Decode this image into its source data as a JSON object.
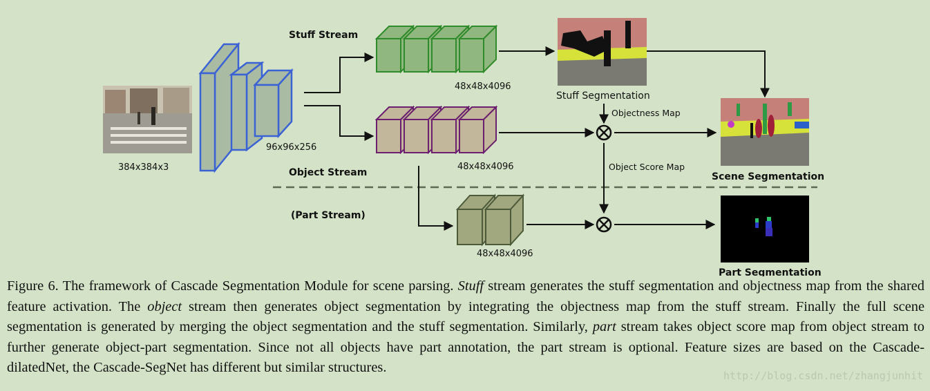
{
  "diagram": {
    "input_size": "384x384x3",
    "shared_feature_size": "96x96x256",
    "stuff_stream_label": "Stuff Stream",
    "stuff_feature_size": "48x48x4096",
    "object_stream_label": "Object Stream",
    "object_feature_size": "48x48x4096",
    "part_stream_label": "(Part Stream)",
    "part_feature_size": "48x48x4096",
    "stuff_segmentation_label": "Stuff Segmentation",
    "objectness_map_label": "Objectness Map",
    "object_score_map_label": "Object Score Map",
    "scene_segmentation_label": "Scene Segmentation",
    "part_segmentation_label": "Part Segmentation",
    "colors": {
      "background": "#d4e3c8",
      "shared_block": "#3a62d4",
      "stuff_block": "#2f8a2a",
      "object_block": "#6b1f6e",
      "part_block": "#4d5a3a"
    }
  },
  "caption": {
    "t1": "Figure 6. The framework of Cascade Segmentation Module for scene parsing. ",
    "t2": "Stuff",
    "t3": " stream generates the stuff segmentation and objectness map from the shared feature activation. The ",
    "t4": "object",
    "t5": " stream then generates object segmentation by integrating the objectness map from the stuff stream. Finally the full scene segmentation is generated by merging the object segmentation and the stuff segmentation. Similarly, ",
    "t6": "part",
    "t7": " stream takes object score map from object stream to further generate object-part segmentation. Since not all objects have part annotation, the part stream is optional. Feature sizes are based on the Cascade-dilatedNet, the Cascade-SegNet has different but similar structures."
  },
  "watermark": "http://blog.csdn.net/zhangjunhit"
}
